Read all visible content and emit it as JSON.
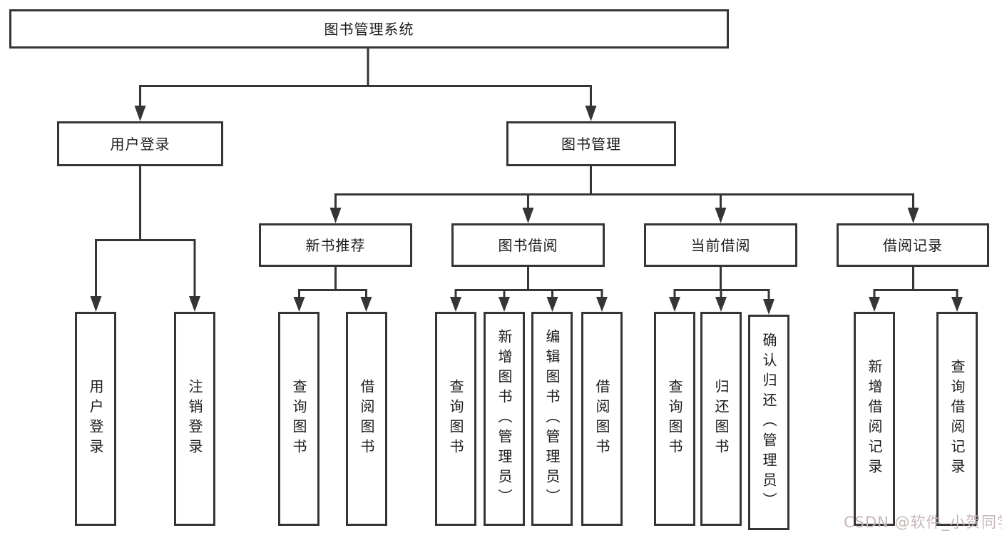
{
  "tree": {
    "root": {
      "label": "图书管理系统"
    },
    "branches": [
      {
        "label": "用户登录",
        "children": [
          {
            "label": "用户登录"
          },
          {
            "label": "注销登录"
          }
        ]
      },
      {
        "label": "图书管理",
        "children": [
          {
            "label": "新书推荐",
            "children": [
              {
                "label": "查询图书"
              },
              {
                "label": "借阅图书"
              }
            ]
          },
          {
            "label": "图书借阅",
            "children": [
              {
                "label": "查询图书"
              },
              {
                "label": "新增图书（管理员）"
              },
              {
                "label": "编辑图书（管理员）"
              },
              {
                "label": "借阅图书"
              }
            ]
          },
          {
            "label": "当前借阅",
            "children": [
              {
                "label": "查询图书"
              },
              {
                "label": "归还图书"
              },
              {
                "label": "确认归还（管理员）"
              }
            ]
          },
          {
            "label": "借阅记录",
            "children": [
              {
                "label": "新增借阅记录"
              },
              {
                "label": "查询借阅记录"
              }
            ]
          }
        ]
      }
    ]
  },
  "watermark": {
    "text": "CSDN @软件_小贺同学"
  },
  "colors": {
    "line": "#353535",
    "box_border": "#353535",
    "text": "#1c1c1c",
    "background": "#ffffff",
    "watermark": "#c7b7b7"
  }
}
